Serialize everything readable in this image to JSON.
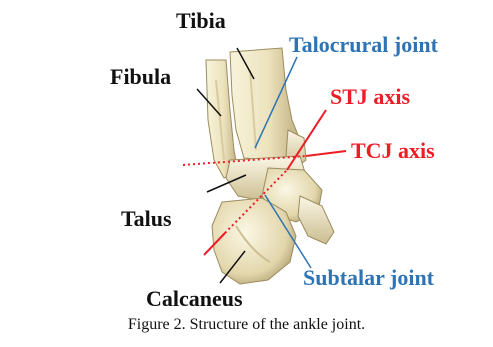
{
  "figure": {
    "labels": {
      "tibia": "Tibia",
      "fibula": "Fibula",
      "talus": "Talus",
      "calcaneus": "Calcaneus",
      "talocrural_joint": "Talocrural joint",
      "stj_axis": "STJ axis",
      "tcj_axis": "TCJ axis",
      "subtalar_joint": "Subtalar joint"
    },
    "colors": {
      "anatomy_label": "#111111",
      "joint_label": "#2e74b5",
      "axis": "#ee1c25",
      "bone_light": "#f6f1d8",
      "bone_shade": "#c9bb8d",
      "bone_dark": "#8e7f55"
    }
  },
  "caption": "Figure 2.  Structure of the ankle joint."
}
